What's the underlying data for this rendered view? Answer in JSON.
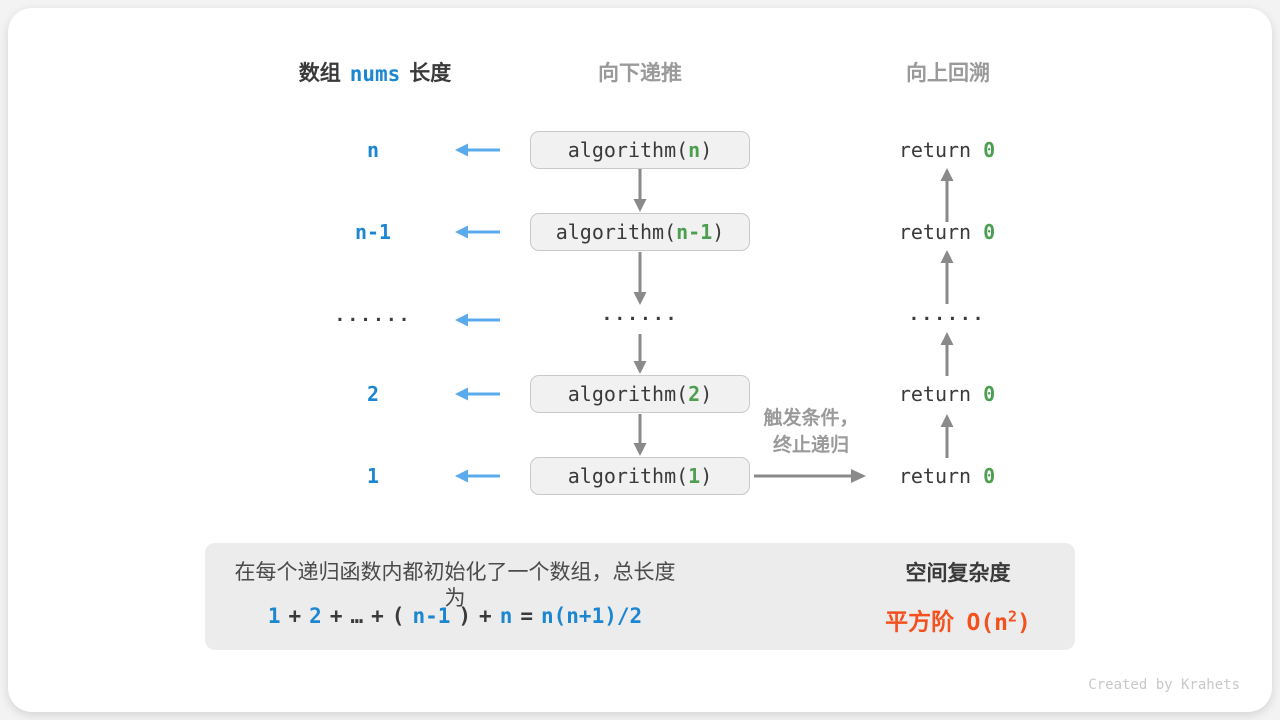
{
  "headers": {
    "left_prefix": "数组",
    "left_code": "nums",
    "left_suffix": "长度",
    "middle": "向下递推",
    "right": "向上回溯"
  },
  "code": {
    "fn_prefix": "algorithm(",
    "fn_suffix": ")",
    "return_kw": "return"
  },
  "rows": [
    {
      "label": "n",
      "arg": "n",
      "ret": "0"
    },
    {
      "label": "n-1",
      "arg": "n-1",
      "ret": "0"
    },
    {
      "left_dots": "......",
      "middle_dots": "......",
      "right_dots": "......"
    },
    {
      "label": "2",
      "arg": "2",
      "ret": "0"
    },
    {
      "label": "1",
      "arg": "1",
      "ret": "0"
    }
  ],
  "annotation": {
    "line1": "触发条件，",
    "line2": "终止递归"
  },
  "summary": {
    "line1": "在每个递归函数内都初始化了一个数组，总长度为",
    "formula": [
      {
        "t": "1",
        "c": "blue"
      },
      {
        "t": "+",
        "c": "dark"
      },
      {
        "t": "2",
        "c": "blue"
      },
      {
        "t": "+",
        "c": "dark"
      },
      {
        "t": "…",
        "c": "dark"
      },
      {
        "t": "+",
        "c": "dark"
      },
      {
        "t": "(",
        "c": "dark"
      },
      {
        "t": "n-1",
        "c": "blue"
      },
      {
        "t": ")",
        "c": "dark"
      },
      {
        "t": "+",
        "c": "dark"
      },
      {
        "t": "n",
        "c": "blue"
      },
      {
        "t": "=",
        "c": "dark"
      },
      {
        "t": "n(n+1)/2",
        "c": "blue"
      }
    ],
    "result_title": "空间复杂度",
    "result_label": "平方阶",
    "result_o": "O(n",
    "result_sup": "2",
    "result_close": ")"
  },
  "footer": {
    "credit": "Created by Krahets"
  },
  "colors": {
    "blue": "#1c86d1",
    "light_blue": "#5aabee",
    "green": "#4e9e52",
    "orange": "#f4511e",
    "arrow_gray": "#8a8a8a",
    "header_gray": "#9a9a9a",
    "dark": "#3a3a3a",
    "box_bg": "#f1f1f1",
    "summary_bg": "#ececec"
  }
}
